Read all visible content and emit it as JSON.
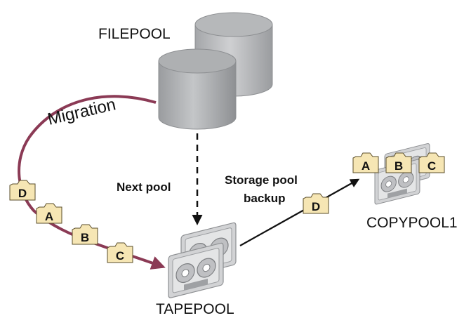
{
  "labels": {
    "filepool": "FILEPOOL",
    "tapepool": "TAPEPOOL",
    "copypool": "COPYPOOL1",
    "migration": "Migration",
    "next_pool": "Next pool",
    "storage_pool_line1": "Storage pool",
    "storage_pool_line2": "backup"
  },
  "migration_files": [
    "D",
    "A",
    "B",
    "C"
  ],
  "backup_file": "D",
  "copypool_files": [
    "A",
    "B",
    "C"
  ],
  "colors": {
    "migration_arc": "#8b3a55",
    "file_tag_fill": "#f6e6b4",
    "disk_gray": "#a9abae",
    "tape_gray": "#c9cacc"
  }
}
